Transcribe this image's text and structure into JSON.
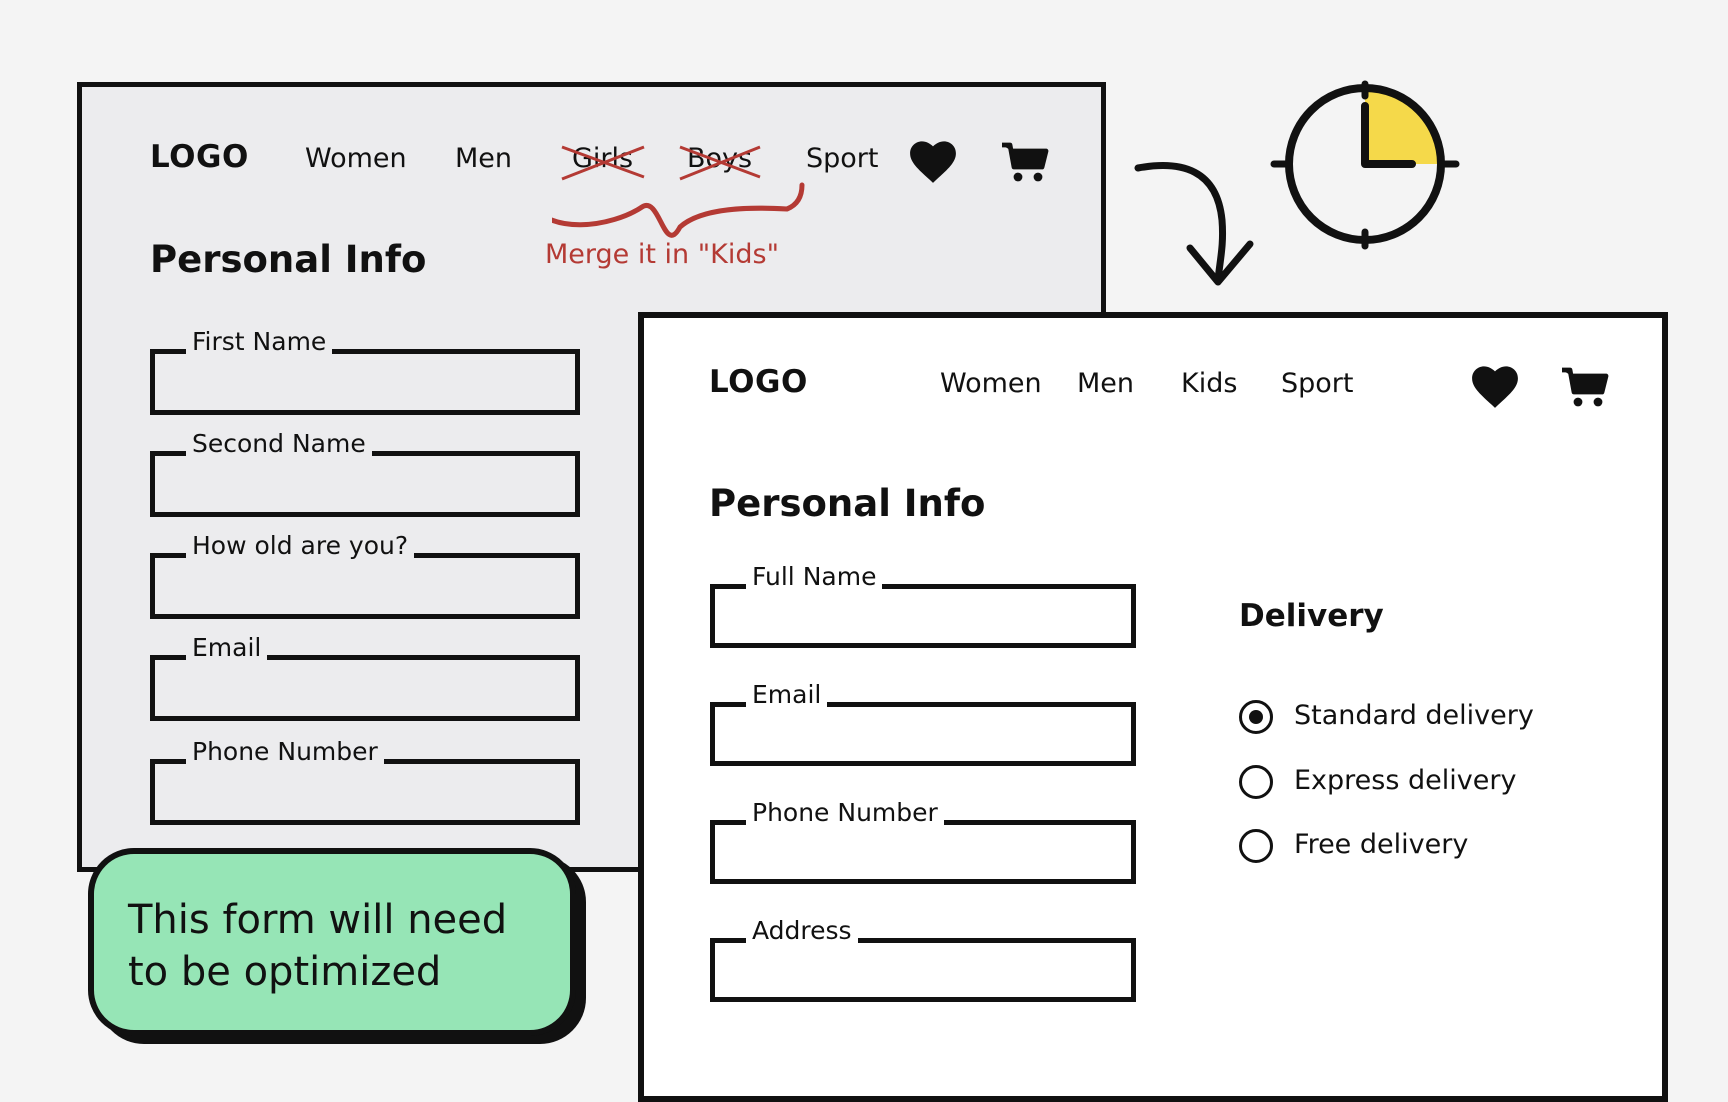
{
  "old_form": {
    "logo": "LOGO",
    "nav": [
      "Women",
      "Men",
      "Girls",
      "Boys",
      "Sport"
    ],
    "title": "Personal Info",
    "fields": [
      "First Name",
      "Second Name",
      "How old are you?",
      "Email",
      "Phone Number"
    ],
    "annotation": "Merge it in \"Kids\""
  },
  "new_form": {
    "logo": "LOGO",
    "nav": [
      "Women",
      "Men",
      "Kids",
      "Sport"
    ],
    "title": "Personal Info",
    "fields": [
      "Full Name",
      "Email",
      "Phone Number",
      "Address"
    ],
    "delivery": {
      "title": "Delivery",
      "options": [
        {
          "label": "Standard delivery",
          "selected": true
        },
        {
          "label": "Express delivery",
          "selected": false
        },
        {
          "label": "Free delivery",
          "selected": false
        }
      ]
    }
  },
  "sticky_note": "This form will need to be optimized",
  "icons": {
    "heart": "heart-icon",
    "cart": "cart-icon",
    "clock": "clock-icon",
    "arrow": "curved-arrow-icon"
  },
  "colors": {
    "annotation_red": "#b43a34",
    "sticky_green": "#96e5b6",
    "clock_yellow": "#f5d94a"
  }
}
